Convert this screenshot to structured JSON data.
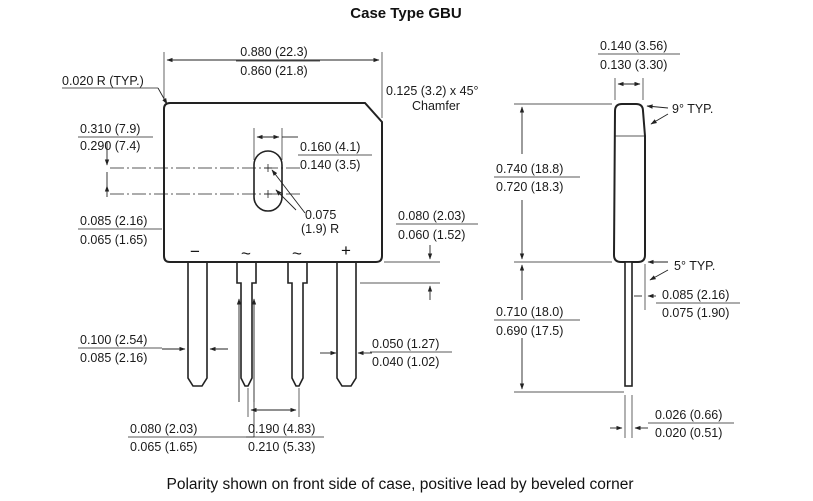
{
  "title": "Case Type GBU",
  "caption": "Polarity shown on front side of case, positive lead by beveled corner",
  "polarity": {
    "minus": "−",
    "ac1": "~",
    "ac2": "~",
    "plus": "+"
  },
  "front": {
    "width_max": "0.880 (22.3)",
    "width_min": "0.860 (21.8)",
    "radius": "0.020 R (TYP.)",
    "chamfer_1": "0.125 (3.2) x 45°",
    "chamfer_2": "Chamfer",
    "hole_v_max": "0.310 (7.9)",
    "hole_v_min": "0.290 (7.4)",
    "slot_w_max": "0.160 (4.1)",
    "slot_w_min": "0.140 (3.5)",
    "slot_r_1": "0.075",
    "slot_r_2": "(1.9) R",
    "hole_gap_max": "0.085 (2.16)",
    "hole_gap_min": "0.065 (1.65)",
    "step_max": "0.080 (2.03)",
    "step_min": "0.060 (1.52)",
    "lead_w_max": "0.100 (2.54)",
    "lead_w_min": "0.085 (2.16)",
    "lead_t_max": "0.050 (1.27)",
    "lead_t_min": "0.040 (1.02)",
    "lead_narrow_max": "0.080 (2.03)",
    "lead_narrow_min": "0.065 (1.65)",
    "pitch_min": "0.190 (4.83)",
    "pitch_max": "0.210 (5.33)"
  },
  "side": {
    "thick_max": "0.140 (3.56)",
    "thick_min": "0.130 (3.30)",
    "taper_top": "9° TYP.",
    "body_h_max": "0.740 (18.8)",
    "body_h_min": "0.720 (18.3)",
    "taper_bottom": "5° TYP.",
    "lead_len_max": "0.710 (18.0)",
    "lead_len_min": "0.690 (17.5)",
    "lead_off_max": "0.085 (2.16)",
    "lead_off_min": "0.075 (1.90)",
    "lead_th_max": "0.026 (0.66)",
    "lead_th_min": "0.020 (0.51)"
  }
}
